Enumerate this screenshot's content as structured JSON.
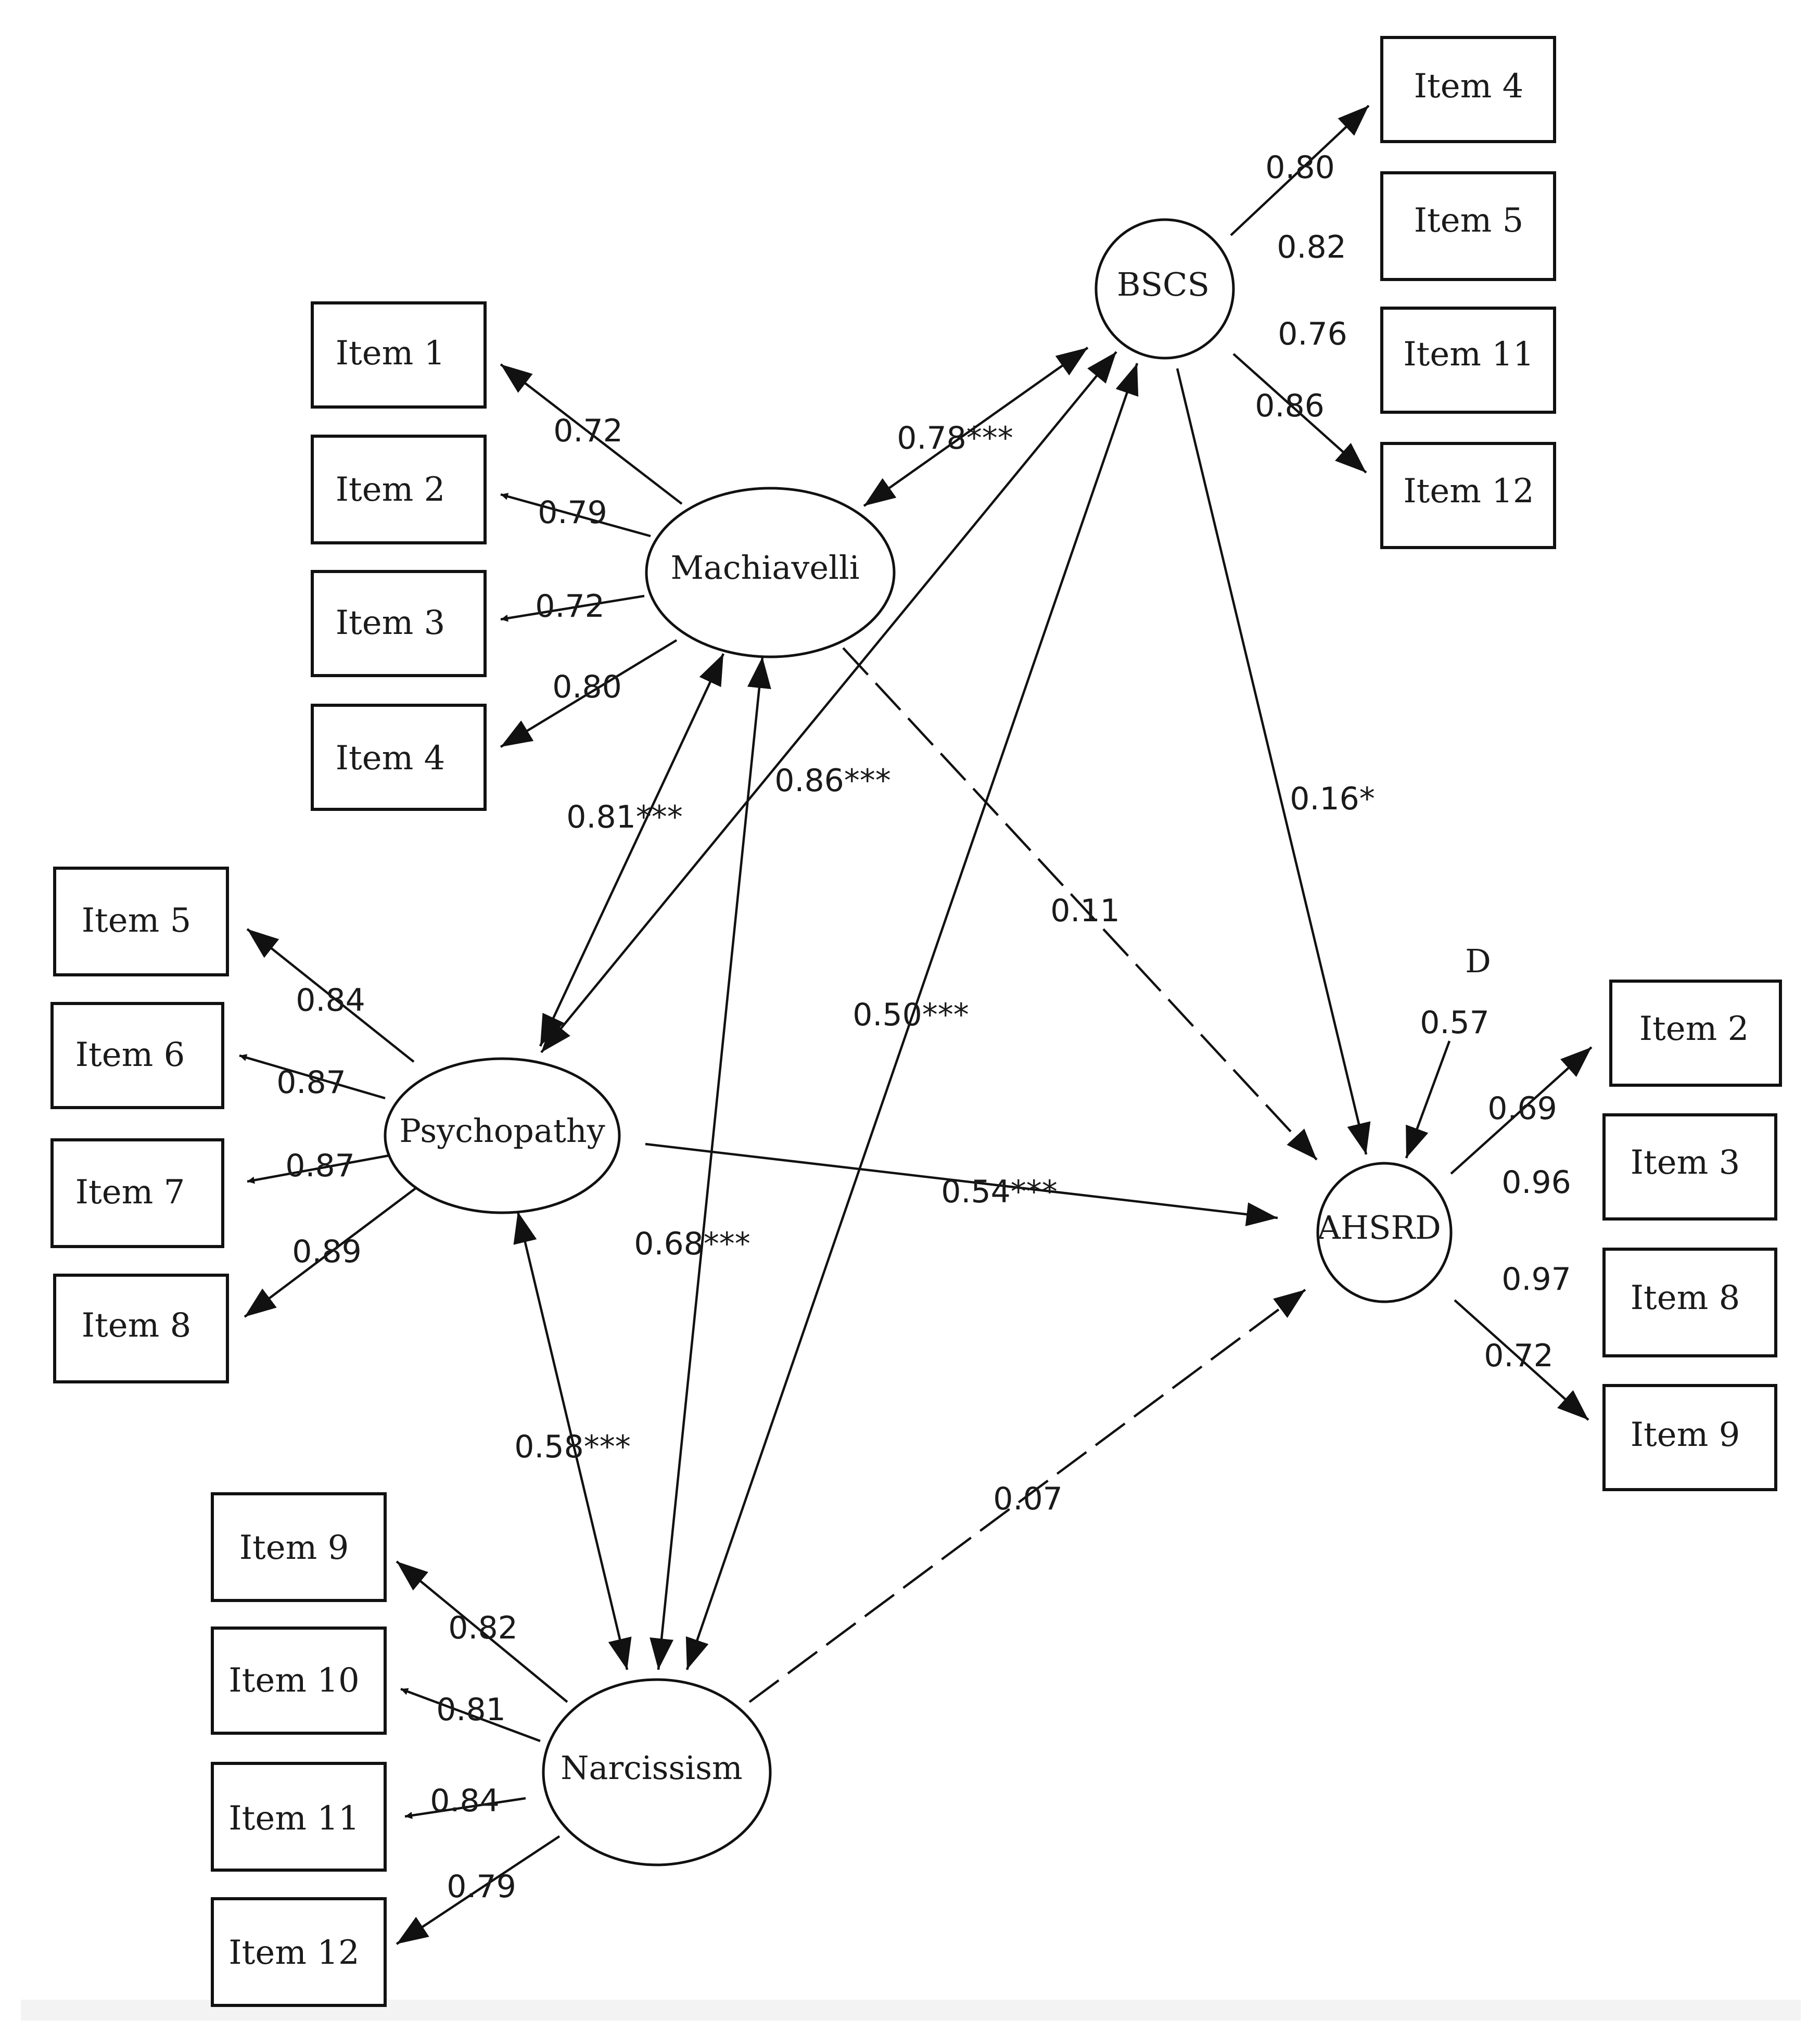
{
  "latent": {
    "machiavelli": "Machiavelli",
    "psychopathy": "Psychopathy",
    "narcissism": "Narcissism",
    "bscs": "BSCS",
    "ahsrd": "AHSRD",
    "disturbance": "D"
  },
  "indicators": {
    "machiavelli": [
      {
        "label": "Item 1",
        "loading": "0.72"
      },
      {
        "label": "Item 2",
        "loading": "0.79"
      },
      {
        "label": "Item 3",
        "loading": "0.72"
      },
      {
        "label": "Item 4",
        "loading": "0.80"
      }
    ],
    "psychopathy": [
      {
        "label": "Item 5",
        "loading": "0.84"
      },
      {
        "label": "Item 6",
        "loading": "0.87"
      },
      {
        "label": "Item 7",
        "loading": "0.87"
      },
      {
        "label": "Item 8",
        "loading": "0.89"
      }
    ],
    "narcissism": [
      {
        "label": "Item 9",
        "loading": "0.82"
      },
      {
        "label": "Item 10",
        "loading": "0.81"
      },
      {
        "label": "Item 11",
        "loading": "0.84"
      },
      {
        "label": "Item 12",
        "loading": "0.79"
      }
    ],
    "bscs": [
      {
        "label": "Item 4",
        "loading": "0.80"
      },
      {
        "label": "Item 5",
        "loading": "0.82"
      },
      {
        "label": "Item 11",
        "loading": "0.76"
      },
      {
        "label": "Item 12",
        "loading": "0.86"
      }
    ],
    "ahsrd": [
      {
        "label": "Item 2",
        "loading": "0.69"
      },
      {
        "label": "Item 3",
        "loading": "0.96"
      },
      {
        "label": "Item 8",
        "loading": "0.97"
      },
      {
        "label": "Item 9",
        "loading": "0.72"
      }
    ]
  },
  "correlations": {
    "mach_bscs": "0.78***",
    "mach_psych": "0.81***",
    "psych_bscs": "0.86***",
    "mach_narc": "0.68***",
    "narc_bscs": "0.50***",
    "psych_narc": "0.58***"
  },
  "paths": {
    "mach_ahsrd": "0.11",
    "bscs_ahsrd": "0.16*",
    "psych_ahsrd": "0.54***",
    "narc_ahsrd": "0.07",
    "d_ahsrd": "0.57"
  }
}
